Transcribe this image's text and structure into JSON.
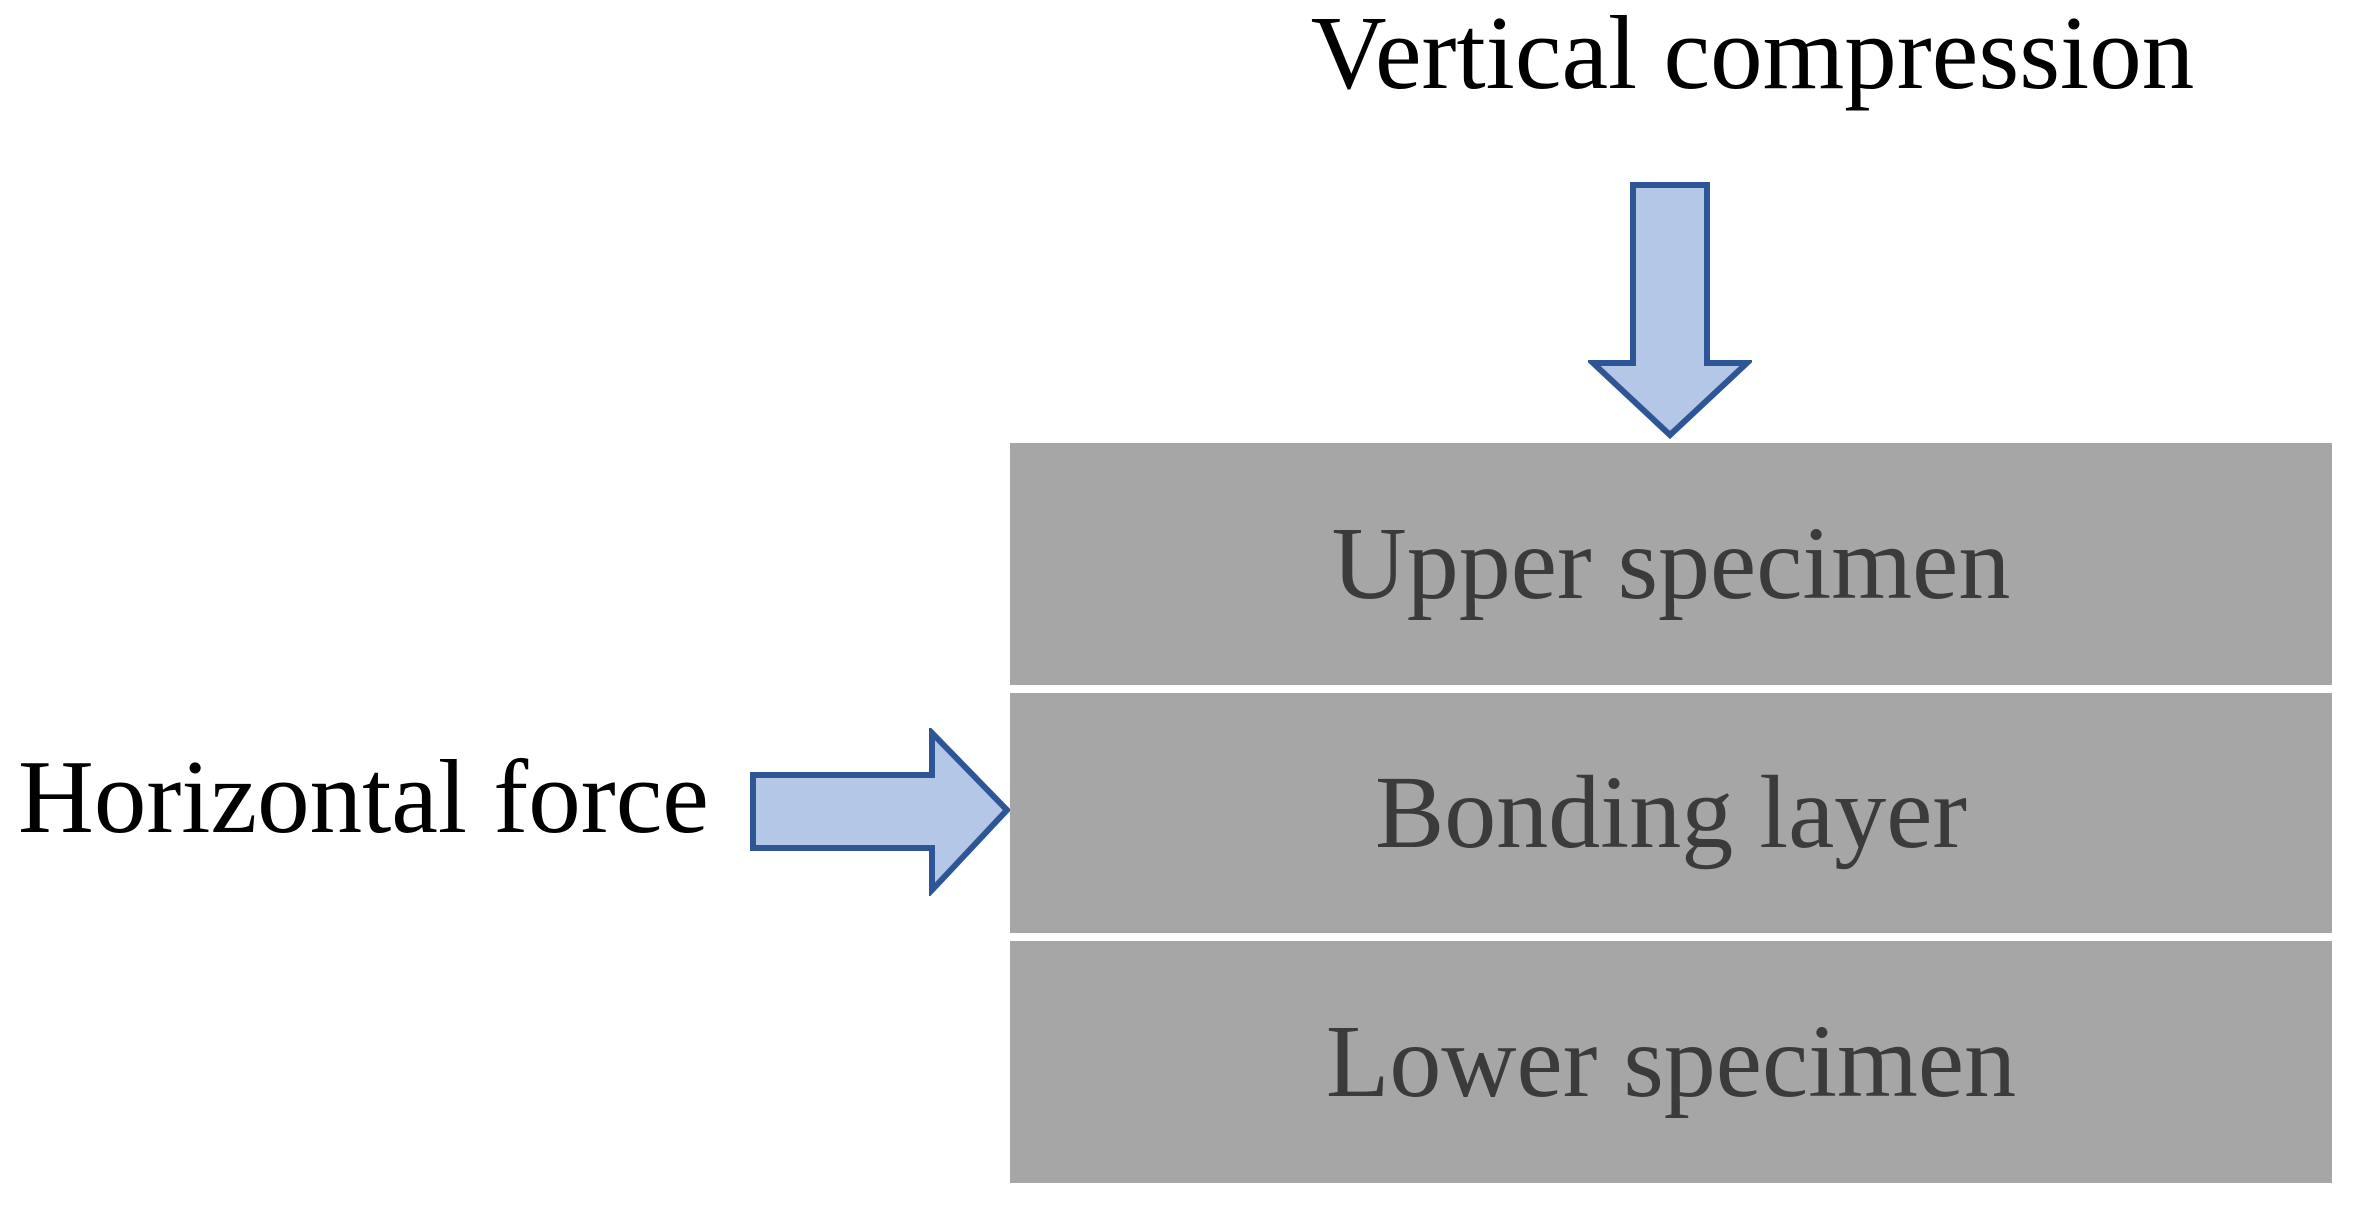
{
  "labels": {
    "vertical_compression": "Vertical compression",
    "horizontal_force": "Horizontal force"
  },
  "layers": [
    {
      "label": "Upper specimen"
    },
    {
      "label": "Bonding layer"
    },
    {
      "label": "Lower specimen"
    }
  ],
  "icons": {
    "down_arrow": "down-arrow-icon",
    "right_arrow": "right-arrow-icon"
  },
  "colors": {
    "background": "#ffffff",
    "arrow_fill": "#b5c7e7",
    "arrow_stroke": "#2e5697",
    "layer_fill": "#a6a6a6",
    "layer_text": "#3b3b3b",
    "label_text": "#000000"
  }
}
